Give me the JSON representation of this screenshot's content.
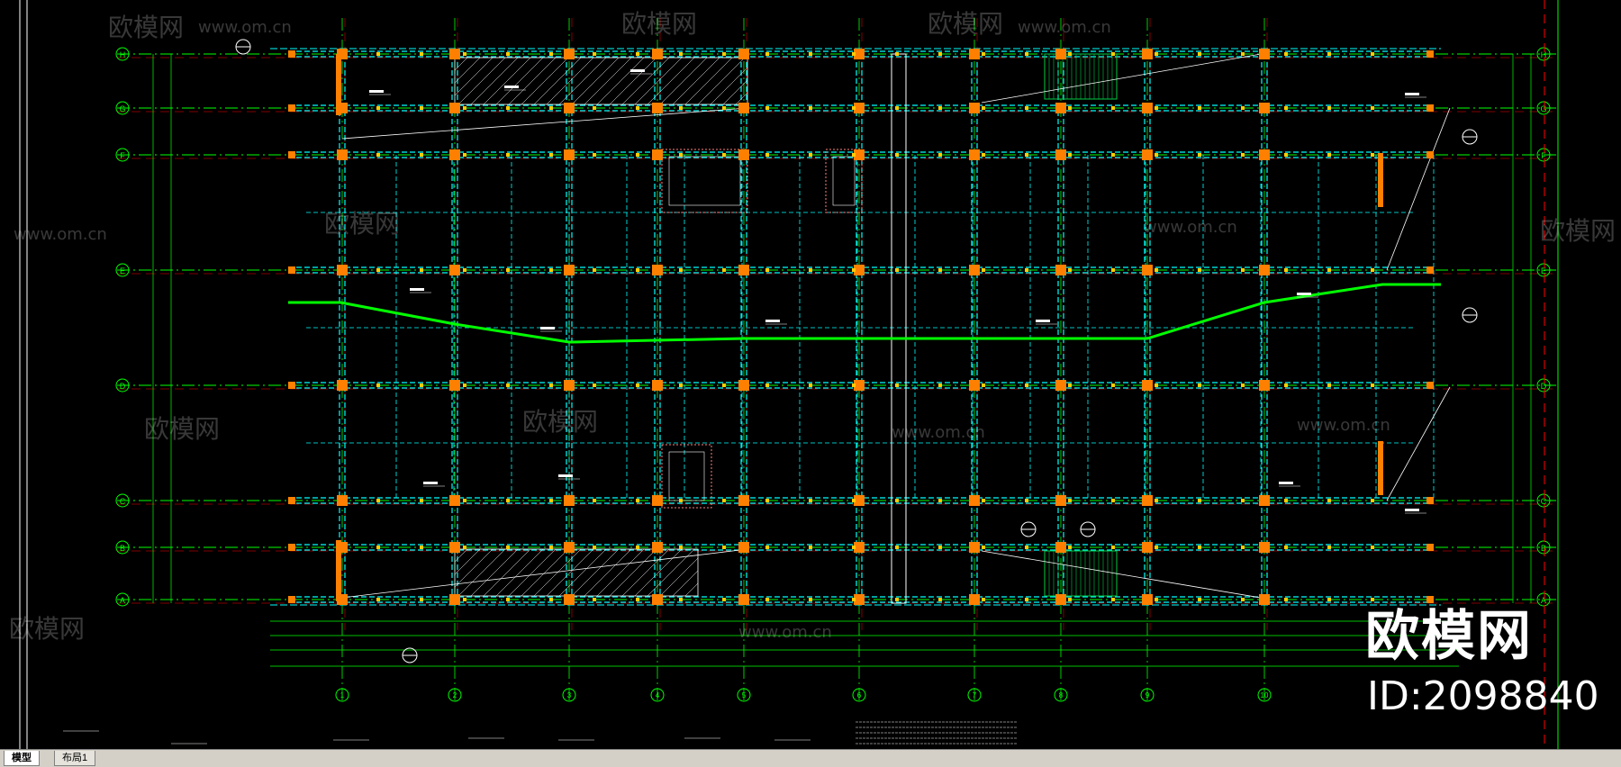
{
  "watermark": {
    "brand": "欧模网",
    "id_text": "ID:2098840",
    "tiles": [
      "欧模网",
      "www.om.cn"
    ]
  },
  "tabs": [
    {
      "label": "模型",
      "active": true
    },
    {
      "label": "布局1",
      "active": false
    }
  ],
  "grid": {
    "rows": [
      "H",
      "G",
      "F",
      "E",
      "D",
      "C",
      "B",
      "A"
    ],
    "cols": [
      "1",
      "2",
      "3",
      "4",
      "5",
      "6",
      "7",
      "8",
      "9",
      "10"
    ]
  },
  "colors": {
    "background": "#000000",
    "grid_axis": "#00ff00",
    "beam": "#00ffff",
    "column": "#ff8000",
    "centerline": "#ff0000",
    "stair": "#00cc44",
    "text": "#ffffff",
    "ramp_beam": "#00ff00",
    "dim": "#00ff00"
  }
}
